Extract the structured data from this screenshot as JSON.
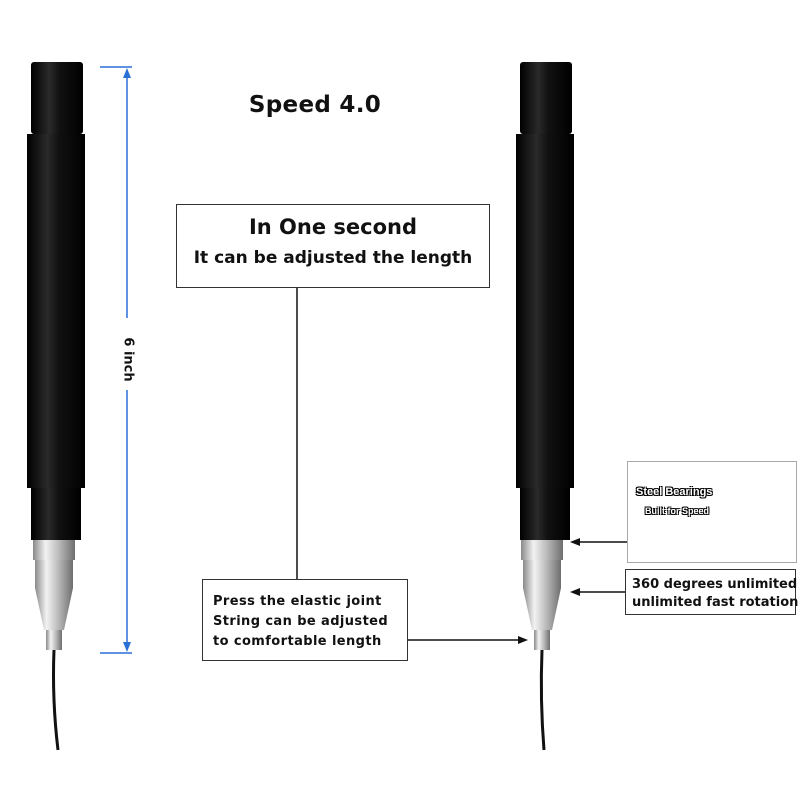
{
  "title": "Speed 4.0",
  "dimension_label": "6 inch",
  "top_box": {
    "line1": "In One second",
    "line2": "It can be adjusted the length"
  },
  "middle_box": {
    "lines": [
      "Press the elastic joint",
      "String can be adjusted",
      "to comfortable length"
    ]
  },
  "rotation_box": {
    "lines": [
      "360 degrees unlimited",
      "unlimited fast rotation"
    ]
  },
  "bearing_box": {
    "line1": "Steel Bearings",
    "line2": "Built for Speed"
  },
  "colors": {
    "handle": "#0b0b0b",
    "metal": "#c8c8c8",
    "dimension_line": "#2a6fd6",
    "background": "#ffffff"
  }
}
